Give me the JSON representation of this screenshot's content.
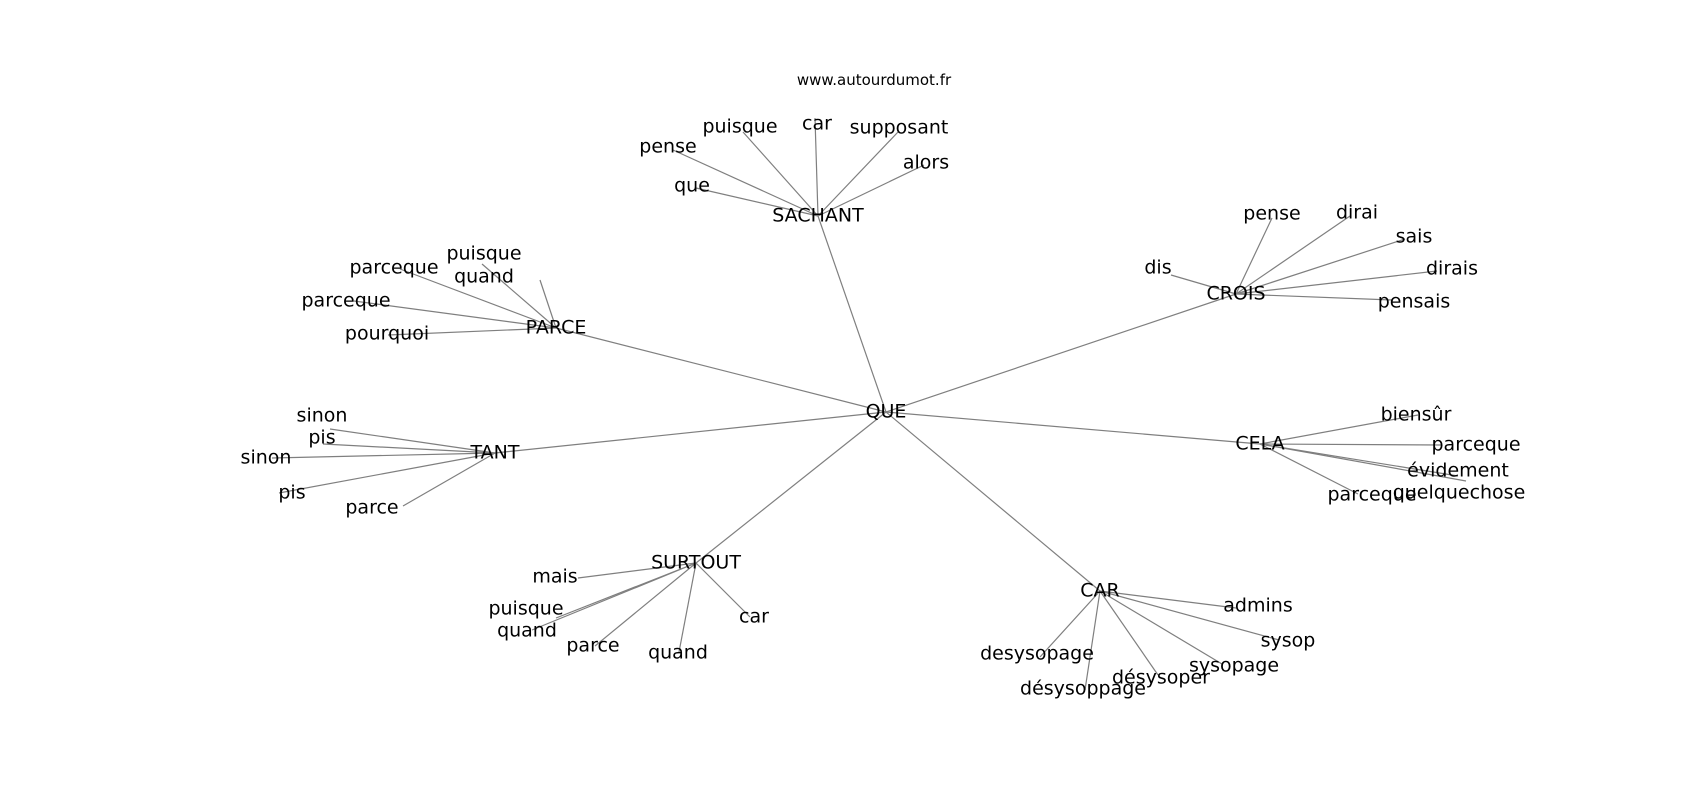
{
  "source": "www.autourdumot.fr",
  "graph": {
    "center": "QUE",
    "hubs": [
      {
        "label": "SACHANT",
        "leaves": [
          "pense",
          "puisque",
          "car",
          "supposant",
          "alors",
          "que"
        ]
      },
      {
        "label": "CROIS",
        "leaves": [
          "pense",
          "dirai",
          "sais",
          "dis",
          "dirais",
          "pensais"
        ]
      },
      {
        "label": "PARCE",
        "leaves": [
          "puisque",
          "parceque",
          "parceque",
          "pourquoi",
          "quand"
        ]
      },
      {
        "label": "TANT",
        "leaves": [
          "sinon",
          "pis",
          "sinon",
          "pis",
          "parce"
        ]
      },
      {
        "label": "CELA",
        "leaves": [
          "biensûr",
          "parceque",
          "évidement",
          "parceque",
          "quelquechose"
        ]
      },
      {
        "label": "SURTOUT",
        "leaves": [
          "mais",
          "puisque",
          "quand",
          "parce",
          "quand",
          "car"
        ]
      },
      {
        "label": "CAR",
        "leaves": [
          "admins",
          "sysop",
          "sysopage",
          "désysoper",
          "désysoppage",
          "desysopage"
        ]
      }
    ]
  },
  "colors": {
    "edge": "#7f7f7f",
    "text": "#000000",
    "background": "#ffffff"
  }
}
